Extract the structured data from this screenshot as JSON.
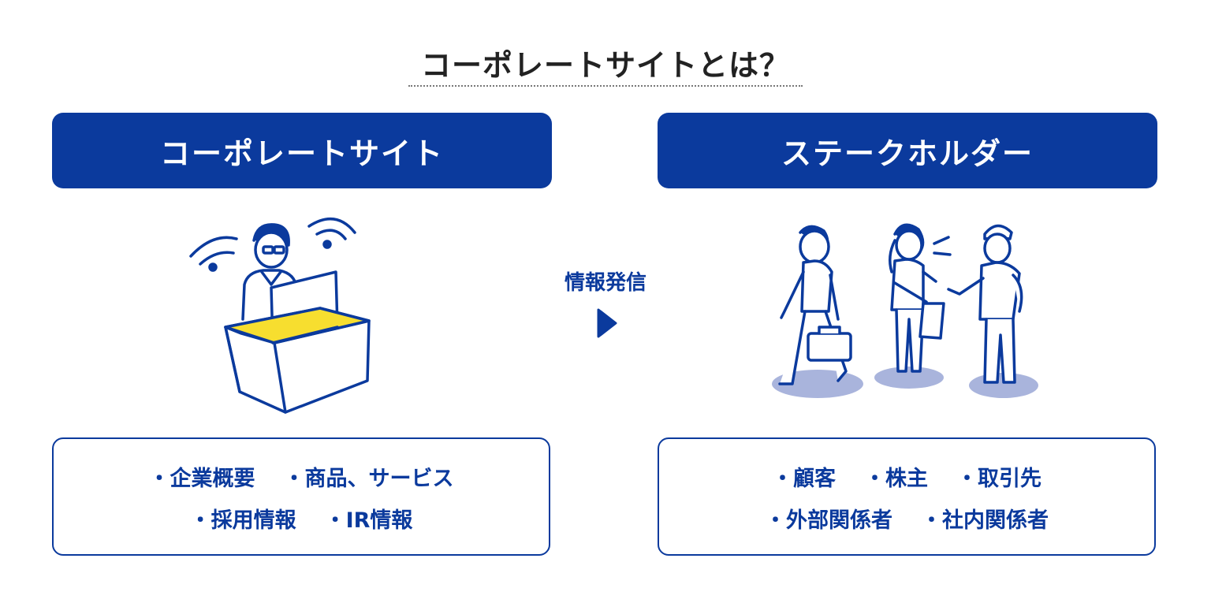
{
  "title": "コーポレートサイトとは？",
  "left": {
    "header": "コーポレートサイト",
    "list_rows": [
      [
        "企業概要",
        "商品、サービス"
      ],
      [
        "採用情報",
        "IR情報"
      ]
    ]
  },
  "middle": {
    "label": "情報発信"
  },
  "right": {
    "header": "ステークホルダー",
    "list_rows": [
      [
        "顧客",
        "株主",
        "取引先"
      ],
      [
        "外部関係者",
        "社内関係者"
      ]
    ]
  },
  "colors": {
    "brand_blue": "#0b3a9d",
    "desk_yellow": "#f7de2f",
    "shadow_blue": "#a9b4dc"
  },
  "icons": {
    "left": "person-at-computer-wifi-illustration",
    "right": "stakeholders-group-illustration",
    "arrow": "play-arrow-icon"
  }
}
